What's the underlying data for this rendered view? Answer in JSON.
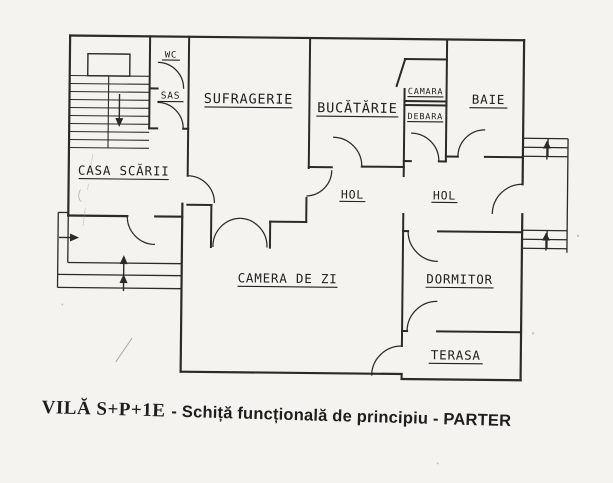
{
  "title": {
    "part1": "VILĂ S+P+1E",
    "part2": "- Schiță funcțională de principiu - PARTER",
    "full": "VILĂ S+P+1E - Schiță funcțională de principiu - PARTER"
  },
  "floorplan": {
    "rooms": [
      {
        "id": "wc",
        "label": "WC"
      },
      {
        "id": "sas",
        "label": "SAS"
      },
      {
        "id": "sufragerie",
        "label": "SUFRAGERIE"
      },
      {
        "id": "bucatarie",
        "label": "BUCĂTĂRIE"
      },
      {
        "id": "camara",
        "label": "CAMARA"
      },
      {
        "id": "debara",
        "label": "DEBARA"
      },
      {
        "id": "baie",
        "label": "BAIE"
      },
      {
        "id": "casa-scarii",
        "label": "CASA SCĂRII"
      },
      {
        "id": "hol-1",
        "label": "HOL"
      },
      {
        "id": "hol-2",
        "label": "HOL"
      },
      {
        "id": "camera-de-zi",
        "label": "CAMERA DE ZI"
      },
      {
        "id": "dormitor",
        "label": "DORMITOR"
      },
      {
        "id": "terasa",
        "label": "TERASA"
      }
    ],
    "colors": {
      "paper": "#f4f3ef",
      "ink": "#2b2a27",
      "pencil": "#8a8a85"
    }
  }
}
